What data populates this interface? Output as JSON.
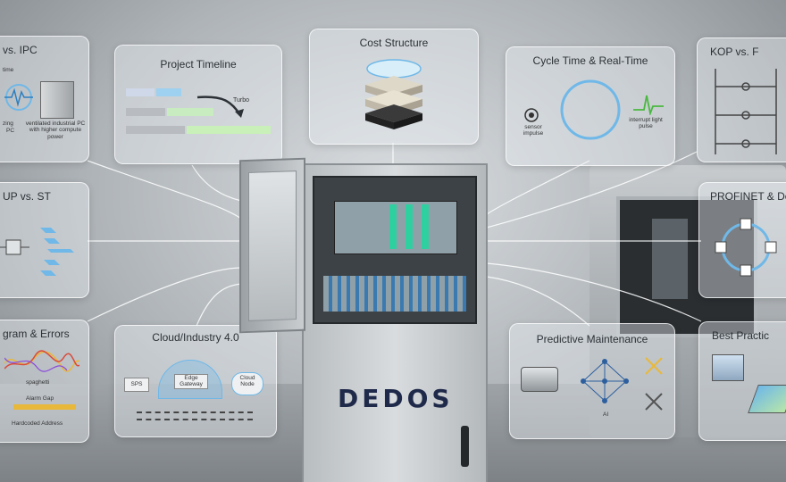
{
  "brand": "DEDOS",
  "panels": {
    "ipc": {
      "title": "vs. IPC",
      "l1": "time",
      "l2": "zing",
      "l3": "PC",
      "caption": "ventilated industrial PC with higher compute power"
    },
    "timeline": {
      "title": "Project Timeline",
      "turbo": "Turbo"
    },
    "cost": {
      "title": "Cost Structure"
    },
    "cycle": {
      "title": "Cycle Time & Real-Time",
      "sensor": "sensor impulse",
      "interrupt": "interrupt light pulse"
    },
    "kop": {
      "title": "KOP vs. F"
    },
    "fup": {
      "title": "UP vs. ST"
    },
    "profinet": {
      "title": "PROFINET & De"
    },
    "diagram": {
      "title": "gram & Errors",
      "spaghetti": "spaghetti",
      "alarm": "Alarm Gap",
      "hardcoded": "Hardcoded Address"
    },
    "cloud": {
      "title": "Cloud/Industry 4.0",
      "sps": "SPS",
      "edge": "Edge Gateway",
      "node": "Cloud Node"
    },
    "predictive": {
      "title": "Predictive Maintenance",
      "ai": "AI"
    },
    "best": {
      "title": "Best Practic"
    }
  },
  "colors": {
    "accent_blue": "#6fb8e8",
    "accent_green": "#b8e6a8",
    "accent_yellow": "#e8b83a",
    "logo": "#1f2a4a"
  }
}
